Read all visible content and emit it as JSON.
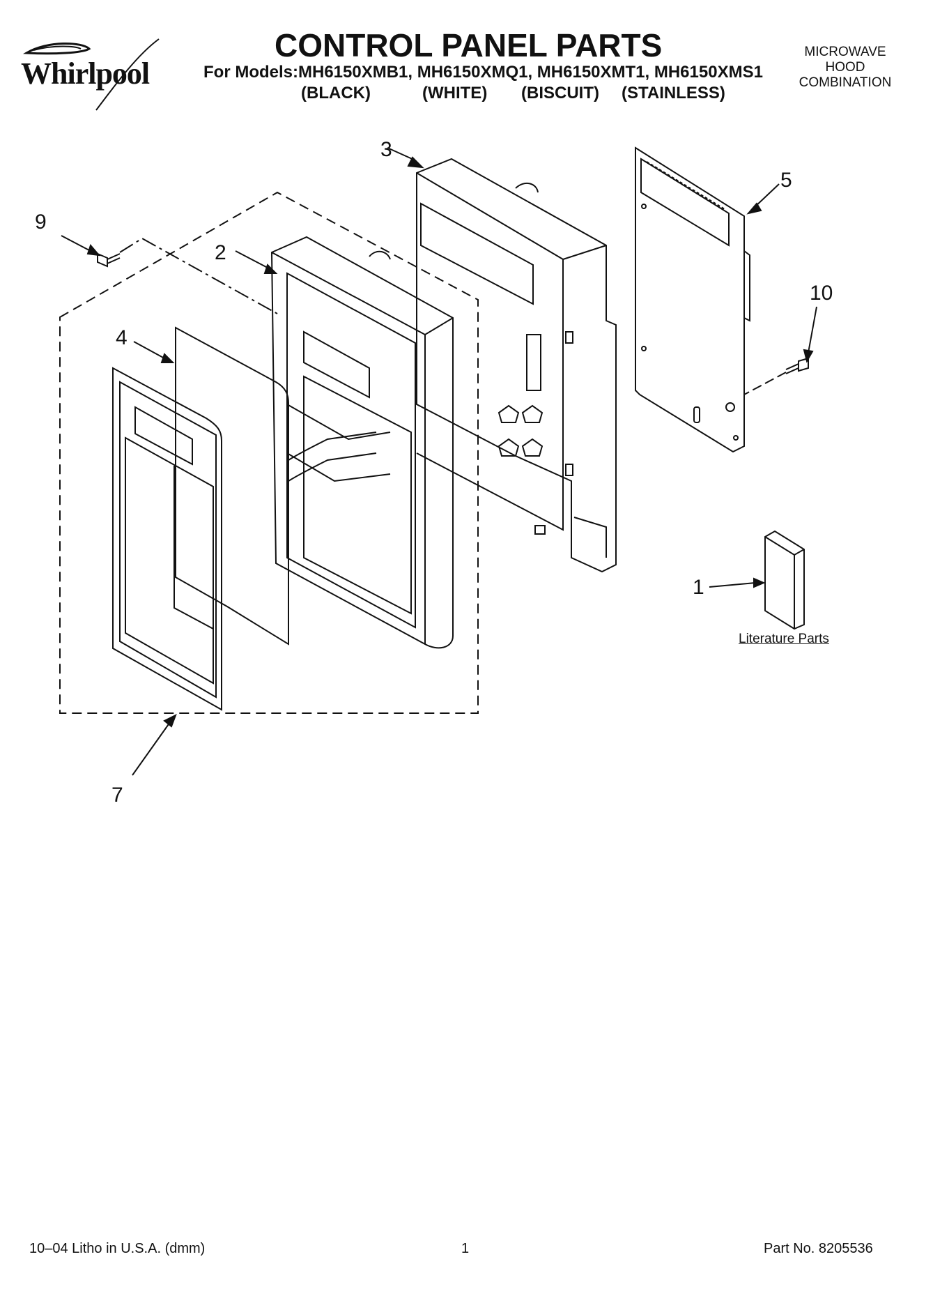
{
  "brand": "Whirlpool",
  "header": {
    "title": "CONTROL PANEL PARTS",
    "models_line": "For Models:MH6150XMB1, MH6150XMQ1, MH6150XMT1, MH6150XMS1",
    "variants": [
      "(BLACK)",
      "(WHITE)",
      "(BISCUIT)",
      "(STAINLESS)"
    ],
    "category": [
      "MICROWAVE",
      "HOOD",
      "COMBINATION"
    ]
  },
  "diagram": {
    "callouts": [
      "1",
      "2",
      "3",
      "4",
      "5",
      "7",
      "9",
      "10"
    ],
    "literature_label": "Literature Parts"
  },
  "footer": {
    "print_info": "10–04 Litho in U.S.A. (dmm)",
    "page_number": "1",
    "part_number": "Part No. 8205536"
  }
}
